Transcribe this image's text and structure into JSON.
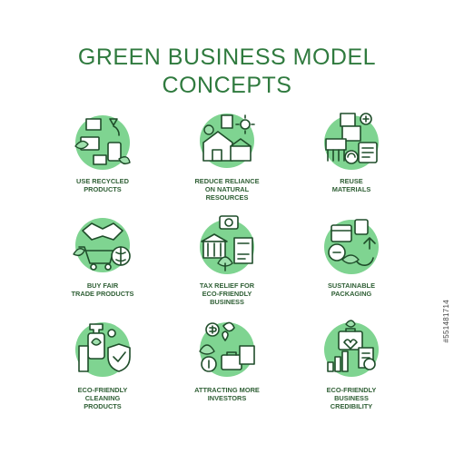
{
  "title": {
    "line1": "GREEN BUSINESS MODEL",
    "line2": "CONCEPTS"
  },
  "items": [
    {
      "label": "USE RECYCLED\nPRODUCTS",
      "icon": "recycled-products-icon"
    },
    {
      "label": "REDUCE RELIANCE\nON NATURAL\nRESOURCES",
      "icon": "natural-resources-icon"
    },
    {
      "label": "REUSE\nMATERIALS",
      "icon": "reuse-materials-icon"
    },
    {
      "label": "BUY FAIR\nTRADE PRODUCTS",
      "icon": "fair-trade-icon"
    },
    {
      "label": "TAX RELIEF FOR\nECO-FRIENDLY\nBUSINESS",
      "icon": "tax-relief-icon"
    },
    {
      "label": "SUSTAINABLE\nPACKAGING",
      "icon": "sustainable-packaging-icon"
    },
    {
      "label": "ECO-FRIENDLY\nCLEANING\nPRODUCTS",
      "icon": "cleaning-products-icon"
    },
    {
      "label": "ATTRACTING MORE\nINVESTORS",
      "icon": "investors-icon"
    },
    {
      "label": "ECO-FRIENDLY\nBUSINESS\nCREDIBILITY",
      "icon": "credibility-icon"
    }
  ],
  "stock_id": "#551481714",
  "colors": {
    "accent": "#7fd491",
    "title": "#2f7a3e",
    "stroke": "#1f4d2a"
  }
}
